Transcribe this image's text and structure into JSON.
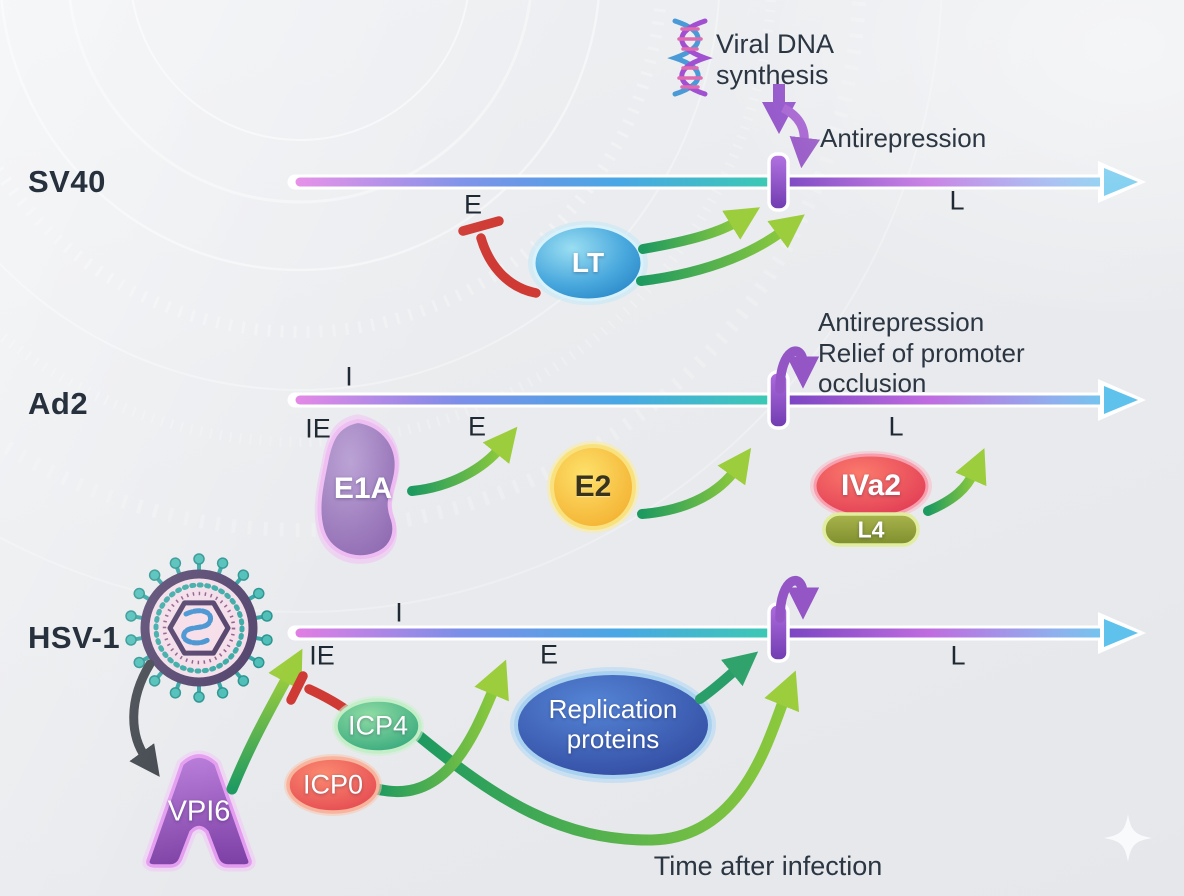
{
  "annotations": {
    "viral_dna_synthesis": "Viral DNA synthesis",
    "sv40_antirepression": "Antirepression",
    "ad2_note_line1": "Antirepression",
    "ad2_note_line2": "Relief of promoter occlusion"
  },
  "rows": {
    "sv40": {
      "label": "SV40",
      "stage_e": "E",
      "stage_l": "L",
      "protein_lt": "LT"
    },
    "ad2": {
      "label": "Ad2",
      "stage_i": "I",
      "stage_ie": "IE",
      "stage_e": "E",
      "stage_l": "L",
      "protein_e1a": "E1A",
      "protein_e2": "E2",
      "protein_iva2": "IVa2",
      "protein_l4": "L4"
    },
    "hsv1": {
      "label": "HSV-1",
      "stage_i": "I",
      "stage_ie": "IE",
      "stage_e": "E",
      "stage_l": "L",
      "protein_vp16": "VPI6",
      "protein_icp4": "ICP4",
      "protein_icp0": "ICP0",
      "protein_rep": "Replication proteins"
    }
  },
  "footer": {
    "time_axis_label": "Time after infection"
  },
  "icons": {
    "dna_helix": "dna-helix-icon",
    "virus_particle": "virus-particle-icon",
    "sparkle": "sparkle-icon"
  },
  "colors": {
    "background": "#e9ebee",
    "timeline_pre_bar": [
      "#e27ce4",
      "#7b8fe8",
      "#49a7e5",
      "#3cc9b4"
    ],
    "timeline_post_bar": [
      "#7b45c2",
      "#c06ce0",
      "#8fb0ee"
    ],
    "timeline_arrowhead": "#5ec2ec",
    "promoter_bar": "#8a4fc8",
    "activation_green_tail": "#1d9a60",
    "activation_green_head": "#9ccd3c",
    "inhibition_red": "#cf3a34",
    "antirepression_purple": "#9455c5",
    "text_dark": "#27313d"
  }
}
